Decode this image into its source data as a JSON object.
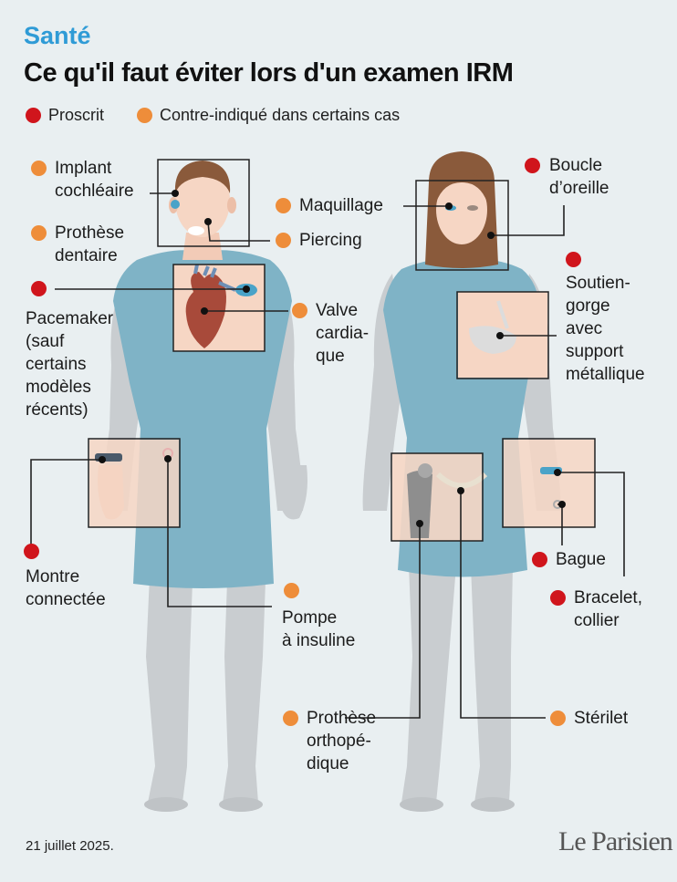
{
  "header": {
    "kicker": "Santé",
    "title": "Ce qu'il faut éviter lors d'un examen IRM"
  },
  "legend": {
    "red_label": "Proscrit",
    "orange_label": "Contre-indiqué dans certains cas"
  },
  "colors": {
    "red": "#d0151c",
    "orange": "#ee8d3a",
    "kicker": "#2f9bd6",
    "gown": "#7fb3c6",
    "skin": "#f6d6c4",
    "body": "#c9cdd0"
  },
  "labels": {
    "implant": [
      "Implant",
      "cochléaire"
    ],
    "prothese_dentaire": [
      "Prothèse",
      "dentaire"
    ],
    "pacemaker": [
      "Pacemaker",
      "(sauf",
      "certains",
      "modèles",
      "récents)"
    ],
    "montre": [
      "Montre",
      "connectée"
    ],
    "pompe": [
      "Pompe",
      "à insuline"
    ],
    "valve": [
      "Valve",
      "cardia-",
      "que"
    ],
    "maquillage": "Maquillage",
    "piercing": "Piercing",
    "boucle": [
      "Boucle",
      "d’oreille"
    ],
    "soutien": [
      "Soutien-",
      "gorge",
      "avec",
      "support",
      "métallique"
    ],
    "bague": "Bague",
    "bracelet": [
      "Bracelet,",
      "collier"
    ],
    "prothese_ortho": [
      "Prothèse",
      "orthopé-",
      "dique"
    ],
    "sterilet": "Stérilet"
  },
  "footer": {
    "date": "21 juillet 2025.",
    "brand": "Le Parisien"
  }
}
